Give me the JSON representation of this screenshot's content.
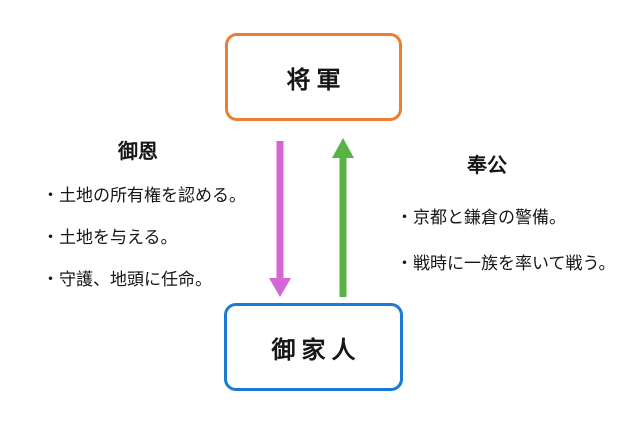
{
  "diagram": {
    "background_color": "#ffffff",
    "nodes": {
      "shogun": {
        "label": "将軍",
        "border_color": "#ED7D31"
      },
      "gokenin": {
        "label": "御家人",
        "border_color": "#1B7AD3"
      }
    },
    "left_group": {
      "heading": "御恩",
      "items": [
        "・土地の所有権を認める。",
        "・土地を与える。",
        "・守護、地頭に任命。"
      ]
    },
    "right_group": {
      "heading": "奉公",
      "items": [
        "・京都と鎌倉の警備。",
        "・戦時に一族を率いて戦う。"
      ]
    },
    "arrows": {
      "down": {
        "direction": "down",
        "from": "将軍",
        "to": "御家人",
        "color": "#D566D5"
      },
      "up": {
        "direction": "up",
        "from": "御家人",
        "to": "将軍",
        "color": "#58B244"
      }
    }
  }
}
